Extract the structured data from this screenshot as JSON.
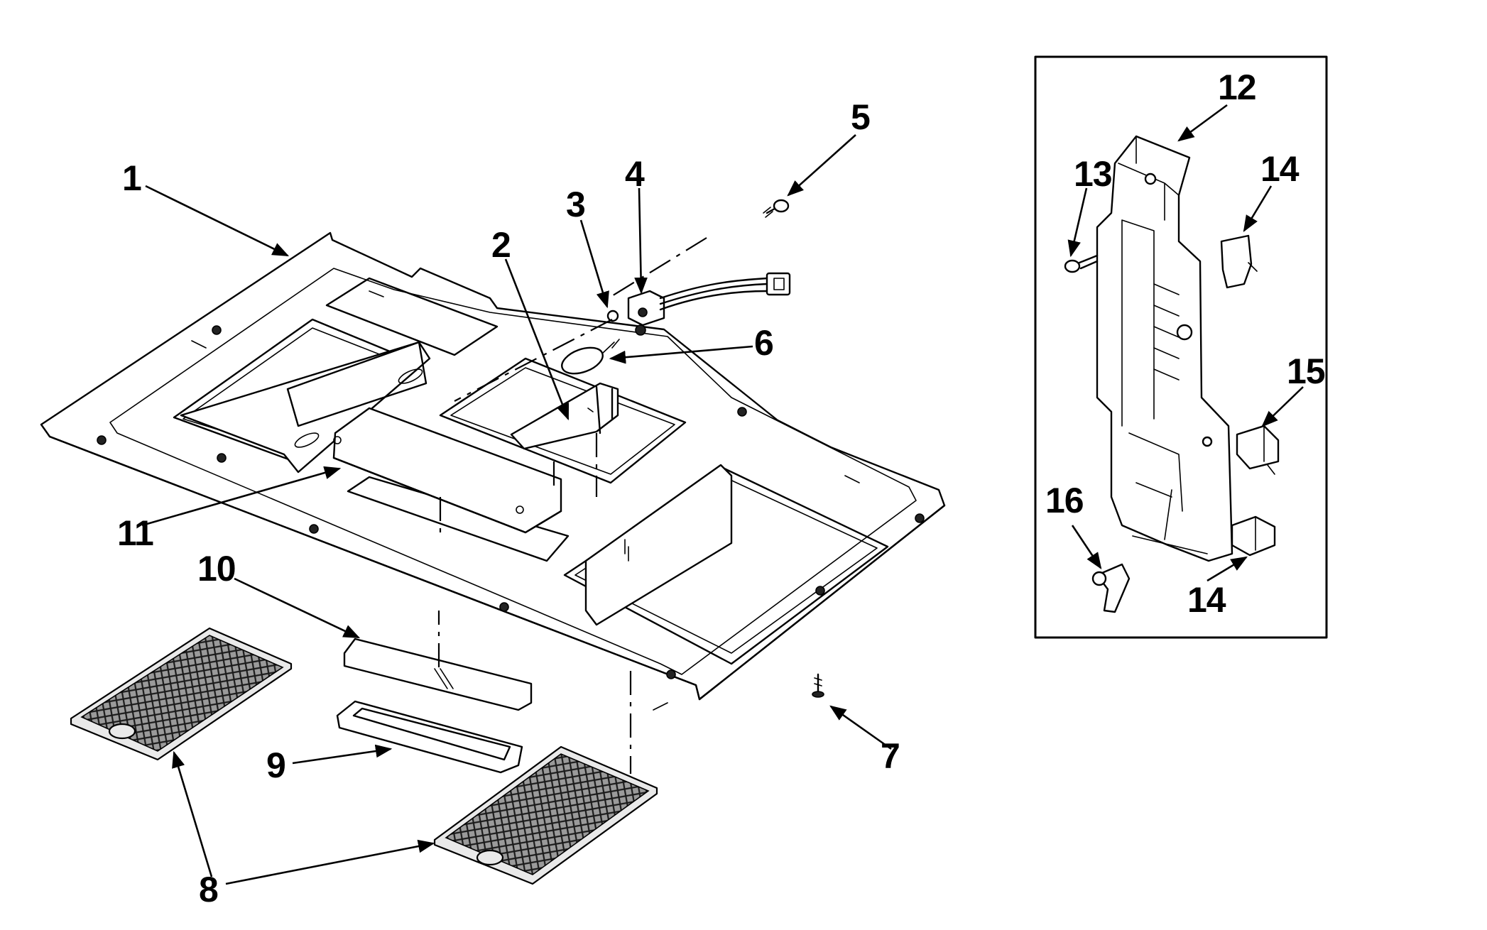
{
  "callouts": [
    {
      "id": "1",
      "label": "1"
    },
    {
      "id": "2",
      "label": "2"
    },
    {
      "id": "3",
      "label": "3"
    },
    {
      "id": "4",
      "label": "4"
    },
    {
      "id": "5",
      "label": "5"
    },
    {
      "id": "6",
      "label": "6"
    },
    {
      "id": "7",
      "label": "7"
    },
    {
      "id": "8",
      "label": "8"
    },
    {
      "id": "9",
      "label": "9"
    },
    {
      "id": "10",
      "label": "10"
    },
    {
      "id": "11",
      "label": "11"
    },
    {
      "id": "12",
      "label": "12"
    },
    {
      "id": "13",
      "label": "13"
    },
    {
      "id": "14a",
      "label": "14"
    },
    {
      "id": "14b",
      "label": "14"
    },
    {
      "id": "15",
      "label": "15"
    },
    {
      "id": "16",
      "label": "16"
    }
  ],
  "colors": {
    "line": "#000000",
    "background": "#ffffff",
    "shade": "#e9e9e9"
  }
}
